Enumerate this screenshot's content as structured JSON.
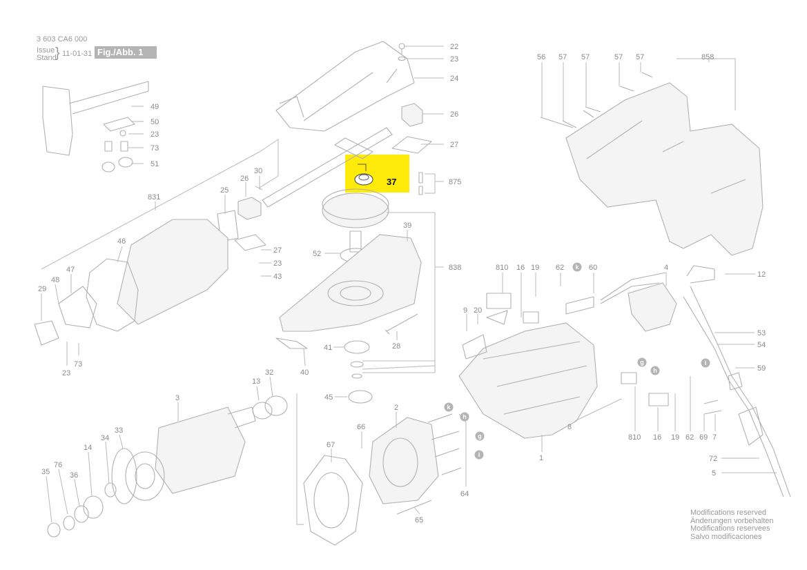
{
  "header": {
    "doc_number": "3 603 CA6 000",
    "issue_label": "Issue",
    "stand_label": "Stand",
    "date": "11-01-31",
    "figure": "Fig./Abb. 1"
  },
  "highlight": {
    "part_number": "37",
    "color": "#ffeb0a"
  },
  "notes": [
    "Modifications reserved",
    "Änderungen vorbehalten",
    "Modifications reservees",
    "Salvo modificaciones"
  ],
  "part_labels": {
    "p22": "22",
    "p23a": "23",
    "p24": "24",
    "p26a": "26",
    "p27a": "27",
    "p875": "875",
    "p49": "49",
    "p50": "50",
    "p23b": "23",
    "p73a": "73",
    "p51": "51",
    "p30": "30",
    "p25": "25",
    "p26b": "26",
    "p831": "831",
    "p39": "39",
    "p52": "52",
    "p838": "838",
    "p46": "46",
    "p27b": "27",
    "p23c": "23",
    "p43": "43",
    "p47": "47",
    "p48": "48",
    "p29": "29",
    "p23d": "23",
    "p73b": "73",
    "p41": "41",
    "p28": "28",
    "p40": "40",
    "p45": "45",
    "p56": "56",
    "p57a": "57",
    "p57b": "57",
    "p57c": "57",
    "p57d": "57",
    "p858": "858",
    "p810a": "810",
    "p16a": "16",
    "p19a": "19",
    "p62a": "62",
    "p60": "60",
    "p4": "4",
    "p12": "12",
    "p9": "9",
    "p20": "20",
    "p53": "53",
    "p54": "54",
    "p59": "59",
    "p810b": "810",
    "p16b": "16",
    "p19b": "19",
    "p62b": "62",
    "p69": "69",
    "p7": "7",
    "p8": "8",
    "p1": "1",
    "p72": "72",
    "p5": "5",
    "p3": "3",
    "p13": "13",
    "p32": "32",
    "p2": "2",
    "p66": "66",
    "p67": "67",
    "p33": "33",
    "p34": "34",
    "p14": "14",
    "p36": "36",
    "p76": "76",
    "p35": "35",
    "p64": "64",
    "p65": "65"
  },
  "callout_letters": {
    "k1": "k",
    "k2": "k",
    "h1": "h",
    "h2": "h",
    "g1": "g",
    "g2": "g",
    "i1": "i",
    "i2": "i"
  }
}
